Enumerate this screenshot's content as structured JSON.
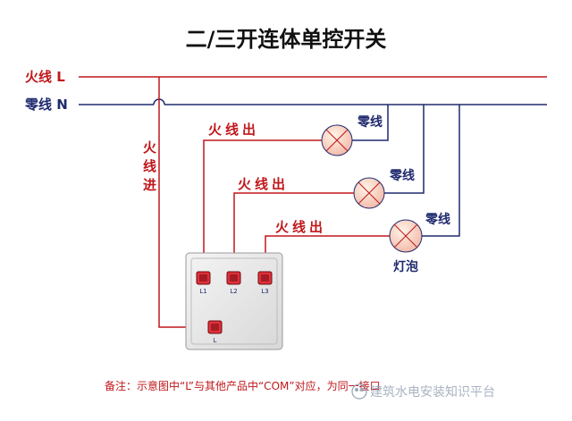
{
  "title": "二/三开连体单控开关",
  "rails": {
    "live_label": "火线 L",
    "neutral_label": "零线 N"
  },
  "feed_label_chars": [
    "火",
    "线",
    "进"
  ],
  "outputs": [
    {
      "label": "火线出",
      "neutral_label": "零线",
      "terminal": "L1"
    },
    {
      "label": "火线出",
      "neutral_label": "零线",
      "terminal": "L2"
    },
    {
      "label": "火线出",
      "neutral_label": "零线",
      "terminal": "L3"
    }
  ],
  "input_terminal": "L",
  "lamp_label": "灯泡",
  "note": "备注：示意图中“L”与其他产品中“COM”对应，为同一接口",
  "watermark": "建筑水电安装知识平台",
  "colors": {
    "live": "#c0171b",
    "neutral": "#1f2a6e",
    "lamp": "#f2c1b4",
    "terminal": "#e0303a"
  }
}
